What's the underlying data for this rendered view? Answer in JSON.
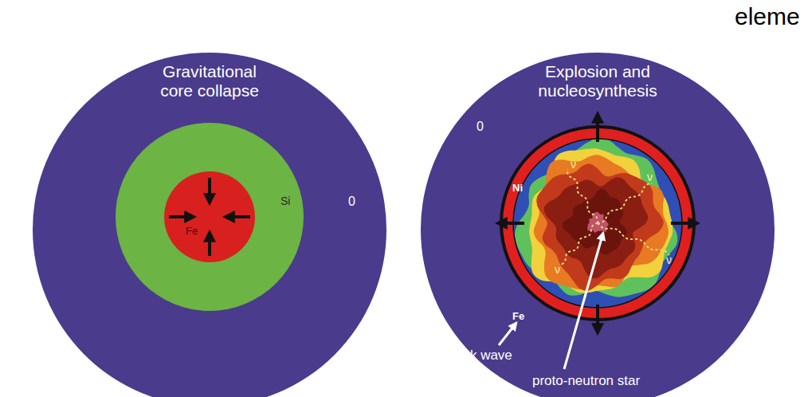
{
  "diagram": {
    "nodes": [
      {
        "text": [
          "Gravitational core collapse",
          "0"
        ]
      },
      {
        "text": [
          "Si"
        ],
        "in": 0
      },
      {
        "text": [
          "Fe"
        ],
        "in": 1
      },
      {
        "text": [
          "Explosion and nucleosynthesis",
          "0"
        ]
      }
    ],
    "labels": [
      "eleme",
      "Ni",
      "Fe",
      "shock wave",
      "proto-neutron star",
      "ν",
      "ν",
      "ν",
      "ν"
    ]
  }
}
